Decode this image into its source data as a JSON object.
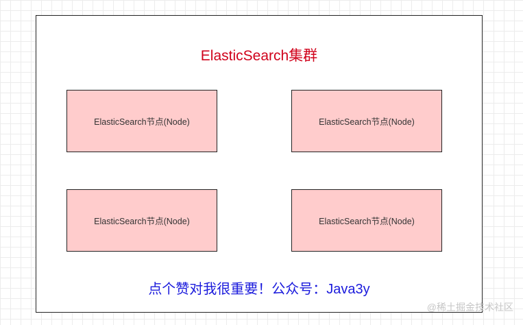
{
  "diagram": {
    "title": "ElasticSearch集群",
    "nodes": [
      {
        "label": "ElasticSearch节点(Node)"
      },
      {
        "label": "ElasticSearch节点(Node)"
      },
      {
        "label": "ElasticSearch节点(Node)"
      },
      {
        "label": "ElasticSearch节点(Node)"
      }
    ],
    "footer_note": "点个赞对我很重要！公众号：Java3y"
  },
  "watermark": "@稀土掘金技术社区",
  "colors": {
    "title": "#d0021b",
    "node_fill": "#ffcccc",
    "node_border": "#222222",
    "footer_note": "#1a1adc",
    "watermark": "#c6c6c6"
  }
}
